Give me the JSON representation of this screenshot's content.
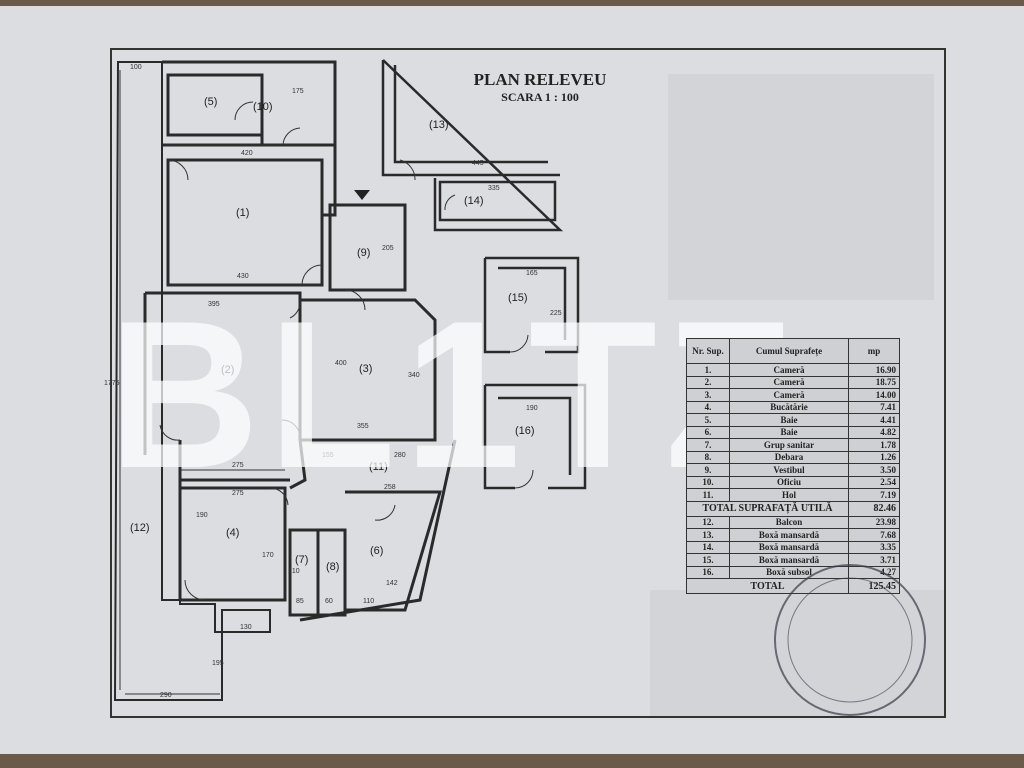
{
  "title": "PLAN RELEVEU",
  "scale": "SCARA 1 : 100",
  "watermark": "BL1TZ",
  "rooms": [
    "(1)",
    "(2)",
    "(3)",
    "(4)",
    "(5)",
    "(6)",
    "(7)",
    "(8)",
    "(9)",
    "(10)",
    "(11)",
    "(12)",
    "(13)",
    "(14)",
    "(15)",
    "(16)"
  ],
  "dimensions": [
    "100",
    "175",
    "420",
    "430",
    "395",
    "275",
    "275",
    "290",
    "195",
    "130",
    "1775",
    "445",
    "335",
    "165",
    "190",
    "225",
    "280",
    "355",
    "155",
    "258",
    "340",
    "400",
    "190",
    "170",
    "210",
    "205",
    "142",
    "110",
    "85",
    "60"
  ],
  "table": {
    "headers": {
      "nr": "Nr. Sup.",
      "name": "Cumul Suprafețe",
      "unit": "mp"
    },
    "rows": [
      {
        "nr": "1.",
        "name": "Cameră",
        "mp": "16.90"
      },
      {
        "nr": "2.",
        "name": "Cameră",
        "mp": "18.75"
      },
      {
        "nr": "3.",
        "name": "Cameră",
        "mp": "14.00"
      },
      {
        "nr": "4.",
        "name": "Bucătărie",
        "mp": "7.41"
      },
      {
        "nr": "5.",
        "name": "Baie",
        "mp": "4.41"
      },
      {
        "nr": "6.",
        "name": "Baie",
        "mp": "4.82"
      },
      {
        "nr": "7.",
        "name": "Grup sanitar",
        "mp": "1.78"
      },
      {
        "nr": "8.",
        "name": "Debara",
        "mp": "1.26"
      },
      {
        "nr": "9.",
        "name": "Vestibul",
        "mp": "3.50"
      },
      {
        "nr": "10.",
        "name": "Oficiu",
        "mp": "2.54"
      },
      {
        "nr": "11.",
        "name": "Hol",
        "mp": "7.19"
      }
    ],
    "subtotal": {
      "label": "TOTAL SUPRAFAȚĂ UTILĂ",
      "mp": "82.46"
    },
    "extra_rows": [
      {
        "nr": "12.",
        "name": "Balcon",
        "mp": "23.98"
      },
      {
        "nr": "13.",
        "name": "Boxă mansardă",
        "mp": "7.68"
      },
      {
        "nr": "14.",
        "name": "Boxă mansardă",
        "mp": "3.35"
      },
      {
        "nr": "15.",
        "name": "Boxă mansardă",
        "mp": "3.71"
      },
      {
        "nr": "16.",
        "name": "Boxă subsol",
        "mp": "4.27"
      }
    ],
    "total": {
      "label": "TOTAL",
      "mp": "125.45"
    }
  },
  "colors": {
    "paper": "#dcdde1",
    "ink": "#222222",
    "redaction": "#d3d4d8"
  }
}
